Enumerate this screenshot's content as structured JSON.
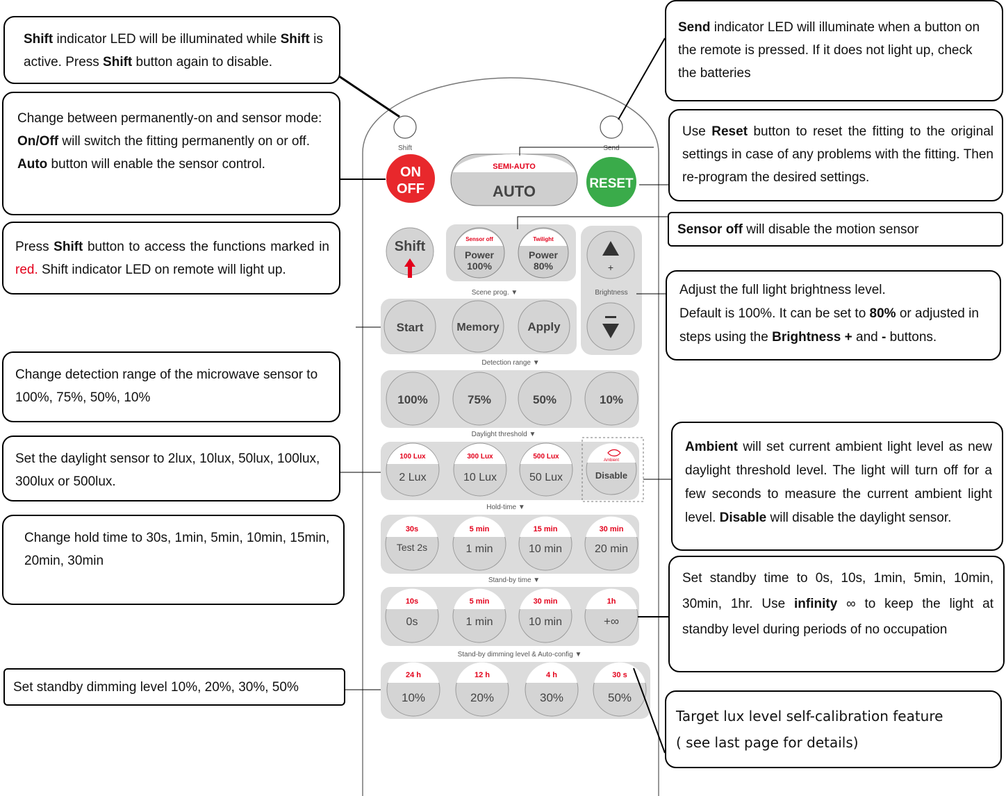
{
  "callouts": {
    "shift_led": {
      "b1": "Shift",
      "t1": " indicator LED will be illuminated while ",
      "b2": "Shift",
      "t2": " is active. Press ",
      "b3": "Shift",
      "t3": " button again to disable."
    },
    "send_led": {
      "b1": "Send",
      "t1": " indicator LED will illuminate when a button on the remote is pressed. If it does not light up, check the batteries"
    },
    "mode": {
      "l1": "Change between permanently-on and sensor mode:",
      "b1": "On/Off",
      "t1": " will switch the fitting permanently on or off.",
      "b2": "Auto",
      "t2": " button will enable the sensor control."
    },
    "reset": {
      "t0": "Use ",
      "b1": "Reset",
      "t1": " button to reset the fitting to the original settings in case of any problems with the fitting. Then re-program the desired settings."
    },
    "shift_btn": {
      "t0": "Press ",
      "b1": "Shift",
      "t1": " button to access the functions marked in ",
      "red": "red.",
      "t2": " Shift indicator LED on remote will light up."
    },
    "sensor_off": {
      "b1": "Sensor off",
      "t1": " will disable the motion sensor"
    },
    "brightness": {
      "l1": "Adjust the full light brightness level.",
      "t0": "Default is 100%.  It can be set to ",
      "b1": "80%",
      "t1": " or adjusted in steps using the ",
      "b2": "Brightness +",
      "t2": " and ",
      "b3": "-",
      "t3": " buttons."
    },
    "detection": {
      "text": "Change detection range of the microwave sensor to 100%, 75%, 50%, 10%"
    },
    "daylight": {
      "text": "Set the daylight sensor to 2lux, 10lux, 50lux, 100lux, 300lux or 500lux."
    },
    "ambient": {
      "b1": "Ambient",
      "t1": " will set current ambient light level as new daylight threshold level. The light will turn off for a few seconds to measure the current ambient light level. ",
      "b2": "Disable",
      "t2": " will disable the daylight sensor."
    },
    "hold": {
      "text": "Change hold time to 30s, 1min, 5min, 10min, 15min, 20min, 30min"
    },
    "standby": {
      "t0": "Set standby time to 0s, 10s, 1min, 5min, 10min, 30min, 1hr. Use ",
      "b1": "infinity",
      "t1": "  ∞  to keep the light at standby level during periods of no occupation"
    },
    "dimming": {
      "text": "Set standby dimming level 10%, 20%, 30%, 50%"
    },
    "target": {
      "l1": "Target lux level self-calibration  feature",
      "l2": "( see last page for details)"
    }
  },
  "remote": {
    "shift_led_label": "Shift",
    "send_led_label": "Send",
    "on_off": [
      "ON",
      "OFF"
    ],
    "semi_auto": "SEMI-AUTO",
    "auto": "AUTO",
    "reset": "RESET",
    "shift_btn": "Shift",
    "power1": {
      "red": "Sensor off",
      "l1": "Power",
      "l2": "100%"
    },
    "power2": {
      "red": "Twilight",
      "l1": "Power",
      "l2": "80%"
    },
    "plus": "+",
    "brightness_label": "Brightness",
    "scene_label": "Scene prog. ▼",
    "scene_buttons": [
      "Start",
      "Memory",
      "Apply"
    ],
    "detection_label": "Detection range ▼",
    "detection_buttons": [
      "100%",
      "75%",
      "50%",
      "10%"
    ],
    "daylight_label": "Daylight threshold  ▼",
    "daylight_buttons": [
      {
        "red": "100 Lux",
        "main": "2 Lux"
      },
      {
        "red": "300 Lux",
        "main": "10 Lux"
      },
      {
        "red": "500 Lux",
        "main": "50 Lux"
      }
    ],
    "ambient_red": "Ambient",
    "disable": "Disable",
    "hold_label": "Hold-time ▼",
    "hold_buttons": [
      {
        "red": "30s",
        "main": "Test 2s"
      },
      {
        "red": "5 min",
        "main": "1 min"
      },
      {
        "red": "15 min",
        "main": "10 min"
      },
      {
        "red": "30 min",
        "main": "20 min"
      }
    ],
    "standby_label": "Stand-by time  ▼",
    "standby_buttons": [
      {
        "red": "10s",
        "main": "0s"
      },
      {
        "red": "5 min",
        "main": "1 min"
      },
      {
        "red": "30 min",
        "main": "10 min"
      },
      {
        "red": "1h",
        "main": "+∞"
      }
    ],
    "dimming_label": "Stand-by dimming level & Auto-config  ▼",
    "dimming_buttons": [
      {
        "red": "24 h",
        "main": "10%"
      },
      {
        "red": "12 h",
        "main": "20%"
      },
      {
        "red": "4 h",
        "main": "30%"
      },
      {
        "red": "30 s",
        "main": "50%"
      }
    ]
  },
  "colors": {
    "red": "#e3001b",
    "on_off_red": "#e8282c",
    "reset_green": "#3aab4a",
    "panel_grey": "#dcdcdc",
    "button_grey": "#d4d4d4"
  }
}
